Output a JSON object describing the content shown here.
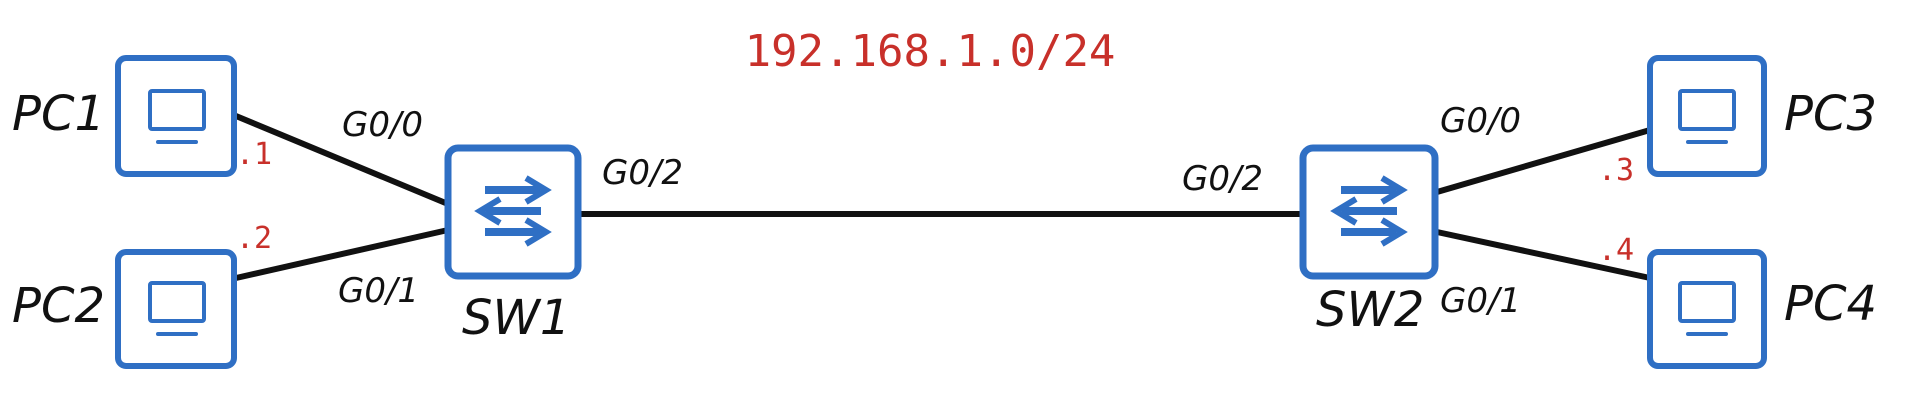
{
  "subnet": "192.168.1.0/24",
  "colors": {
    "device": "#2f6fc4",
    "link": "#111111",
    "address": "#c8302a",
    "text": "#111111"
  },
  "devices": {
    "pc1": {
      "label": "PC1",
      "icon": "monitor-icon"
    },
    "pc2": {
      "label": "PC2",
      "icon": "monitor-icon"
    },
    "pc3": {
      "label": "PC3",
      "icon": "monitor-icon"
    },
    "pc4": {
      "label": "PC4",
      "icon": "monitor-icon"
    },
    "sw1": {
      "label": "SW1",
      "icon": "switch-arrows-icon"
    },
    "sw2": {
      "label": "SW2",
      "icon": "switch-arrows-icon"
    }
  },
  "interfaces": {
    "sw1_g0_0": "G0/0",
    "sw1_g0_1": "G0/1",
    "sw1_g0_2": "G0/2",
    "sw2_g0_2": "G0/2",
    "sw2_g0_0": "G0/0",
    "sw2_g0_1": "G0/1"
  },
  "host_addresses": {
    "pc1": ".1",
    "pc2": ".2",
    "pc3": ".3",
    "pc4": ".4"
  }
}
